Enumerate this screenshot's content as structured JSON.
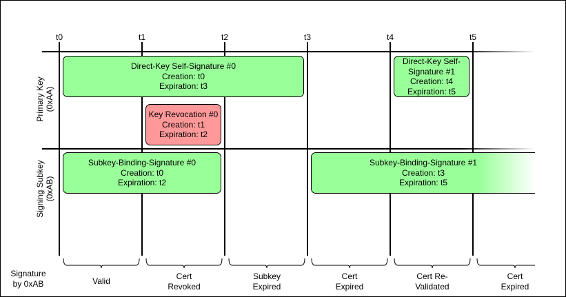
{
  "timeline": {
    "ticks": [
      "t0",
      "t1",
      "t2",
      "t3",
      "t4",
      "t5"
    ]
  },
  "rows": {
    "primary": {
      "line1": "Primary Key",
      "line2": "(0xAA)"
    },
    "subkey": {
      "line1": "Signing Subkey",
      "line2": "(0xAB)"
    }
  },
  "signatures": {
    "dk0": {
      "title": "Direct-Key Self-Signature #0",
      "creation": "Creation: t0",
      "expiration": "Expiration: t3"
    },
    "dk1": {
      "title_a": "Direct-Key Self-",
      "title_b": "Signature #1",
      "creation": "Creation: t4",
      "expiration": "Expiration: t5"
    },
    "rev0": {
      "title": "Key Revocation #0",
      "creation": "Creation: t1",
      "expiration": "Expiration: t2"
    },
    "sb0": {
      "title": "Subkey-Binding-Signature #0",
      "creation": "Creation: t0",
      "expiration": "Expiration: t2"
    },
    "sb1": {
      "title": "Subkey-Binding-Signature #1",
      "creation": "Creation: t3",
      "expiration": "Expiration: t5"
    }
  },
  "colors": {
    "valid_sig": "#99ff99",
    "revocation": "#ff9999"
  },
  "footer": {
    "label_line1": "Signature",
    "label_line2": "by 0xAB",
    "states": [
      {
        "line1": "",
        "line2": "Valid"
      },
      {
        "line1": "Cert",
        "line2": "Revoked"
      },
      {
        "line1": "Subkey",
        "line2": "Expired"
      },
      {
        "line1": "Cert",
        "line2": "Expired"
      },
      {
        "line1": "Cert Re-",
        "line2": "Validated"
      },
      {
        "line1": "Cert",
        "line2": "Expired"
      }
    ]
  }
}
